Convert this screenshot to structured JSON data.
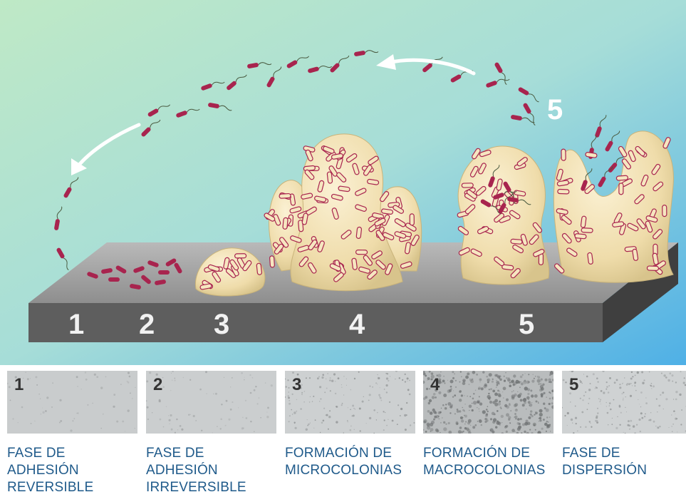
{
  "diagram": {
    "stage_numbers": [
      "1",
      "2",
      "3",
      "4",
      "5"
    ],
    "dispersal_number": "5"
  },
  "micrographs": [
    {
      "number": "1"
    },
    {
      "number": "2"
    },
    {
      "number": "3"
    },
    {
      "number": "4"
    },
    {
      "number": "5"
    }
  ],
  "captions": [
    {
      "line1": "FASE DE",
      "line2": "ADHESIÓN",
      "line3": "REVERSIBLE"
    },
    {
      "line1": "FASE DE",
      "line2": "ADHESIÓN",
      "line3": "IRREVERSIBLE"
    },
    {
      "line1": "FORMACIÓN DE",
      "line2": "MICROCOLONIAS"
    },
    {
      "line1": "FORMACIÓN DE",
      "line2": "MACROCOLONIAS"
    },
    {
      "line1": "FASE DE",
      "line2": "DISPERSIÓN"
    }
  ],
  "colors": {
    "bacteria": "#a8244e",
    "matrix": "#eedcae",
    "surface_top": "#a9a9a9",
    "surface_front": "#5c5c5c",
    "caption_text": "#1f5a8a"
  }
}
